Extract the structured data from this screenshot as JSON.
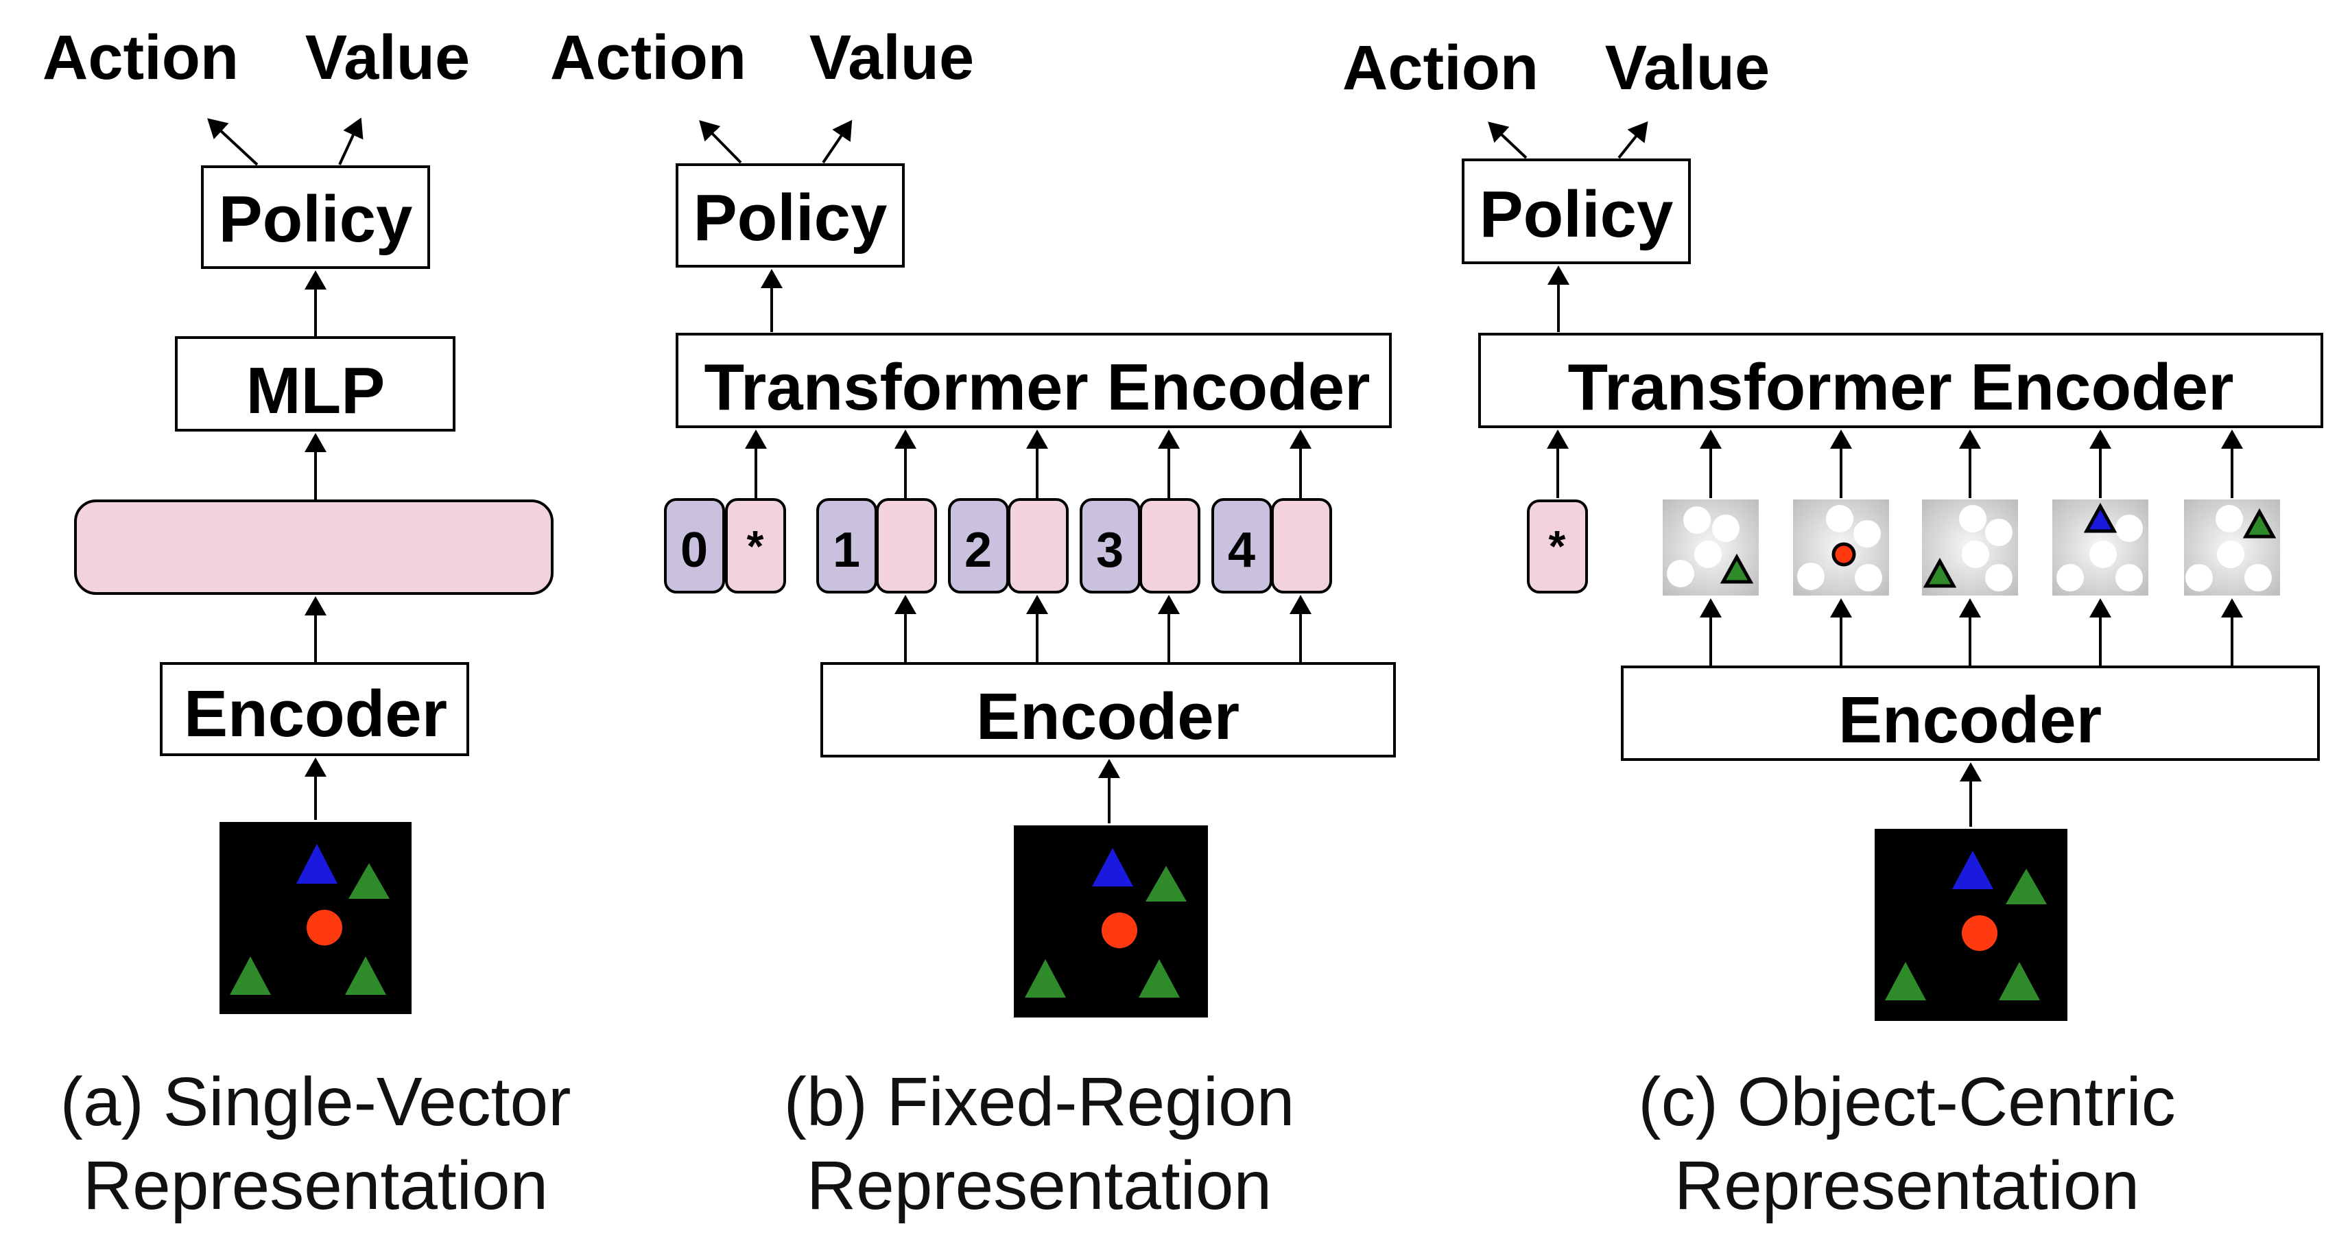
{
  "panel_a": {
    "action_label": "Action",
    "value_label": "Value",
    "policy_label": "Policy",
    "mlp_label": "MLP",
    "encoder_label": "Encoder",
    "caption_line1": "(a) Single-Vector",
    "caption_line2": "Representation"
  },
  "panel_b": {
    "action_label": "Action",
    "value_label": "Value",
    "policy_label": "Policy",
    "transformer_label": "Transformer Encoder",
    "encoder_label": "Encoder",
    "tokens": [
      {
        "index": "0",
        "content": "*"
      },
      {
        "index": "1",
        "content": ""
      },
      {
        "index": "2",
        "content": ""
      },
      {
        "index": "3",
        "content": ""
      },
      {
        "index": "4",
        "content": ""
      }
    ],
    "caption_line1": "(b) Fixed-Region",
    "caption_line2": "Representation"
  },
  "panel_c": {
    "action_label": "Action",
    "value_label": "Value",
    "policy_label": "Policy",
    "transformer_label": "Transformer Encoder",
    "encoder_label": "Encoder",
    "cls_token": "*",
    "caption_line1": "(c) Object-Centric",
    "caption_line2": "Representation"
  },
  "colors": {
    "token_pink": "#f2d3dc",
    "index_purple": "#c9c1dd",
    "scene_background": "#000000",
    "triangle_green": "#2f8a2a",
    "triangle_blue": "#1a1adf",
    "circle_red": "#ff3a10",
    "slot_background": "#e9e9e9"
  }
}
